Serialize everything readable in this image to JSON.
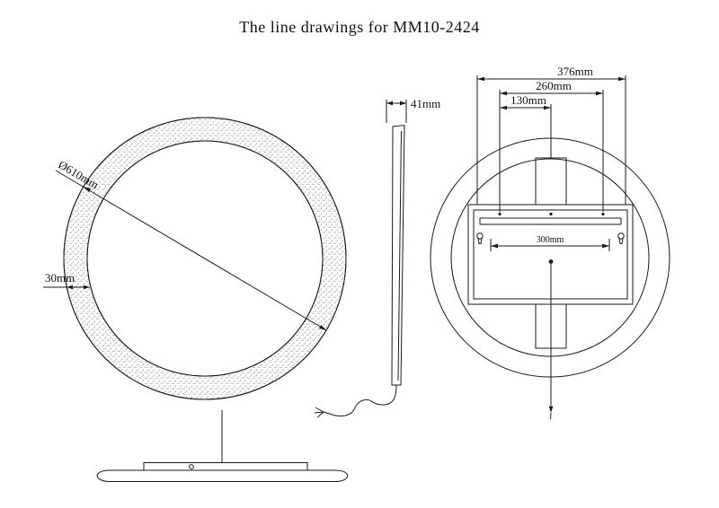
{
  "title": "The line drawings for MM10-2424",
  "views": {
    "front": {
      "diameter_label": "Ø610mm",
      "frame_width_label": "30mm"
    },
    "side": {
      "thickness_label": "41mm"
    },
    "back": {
      "overall_width_label": "376mm",
      "hole_spacing_label": "260mm",
      "half_spacing_label": "130mm",
      "bracket_width_label": "300mm"
    }
  },
  "colors": {
    "line": "#1a1a1a",
    "background": "#ffffff"
  }
}
